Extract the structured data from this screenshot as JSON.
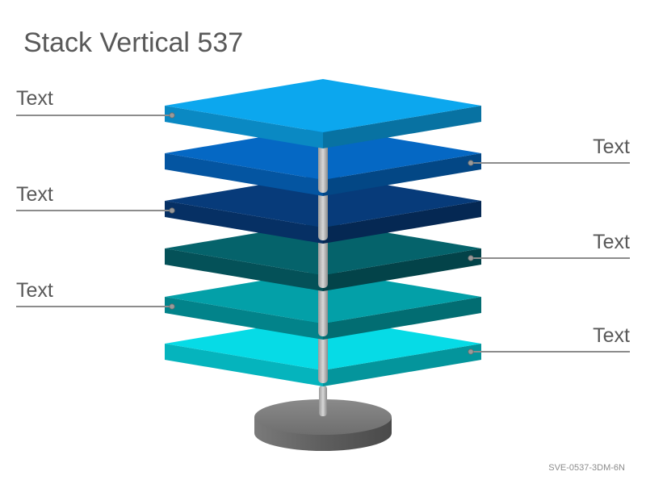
{
  "title": "Stack Vertical 537",
  "footer_code": "SVE-0537-3DM-6N",
  "colors": {
    "layer_1": "#0ca7ee",
    "layer_2": "#0568c4",
    "layer_3": "#073b7a",
    "layer_4": "#05636b",
    "layer_5": "#03a0a8",
    "layer_6": "#06dbe6",
    "base": "#777777",
    "connector": "#8c8c8c",
    "text": "#595959"
  },
  "labels": [
    {
      "text": "Text",
      "side": "left"
    },
    {
      "text": "Text",
      "side": "right"
    },
    {
      "text": "Text",
      "side": "left"
    },
    {
      "text": "Text",
      "side": "right"
    },
    {
      "text": "Text",
      "side": "left"
    },
    {
      "text": "Text",
      "side": "right"
    }
  ]
}
